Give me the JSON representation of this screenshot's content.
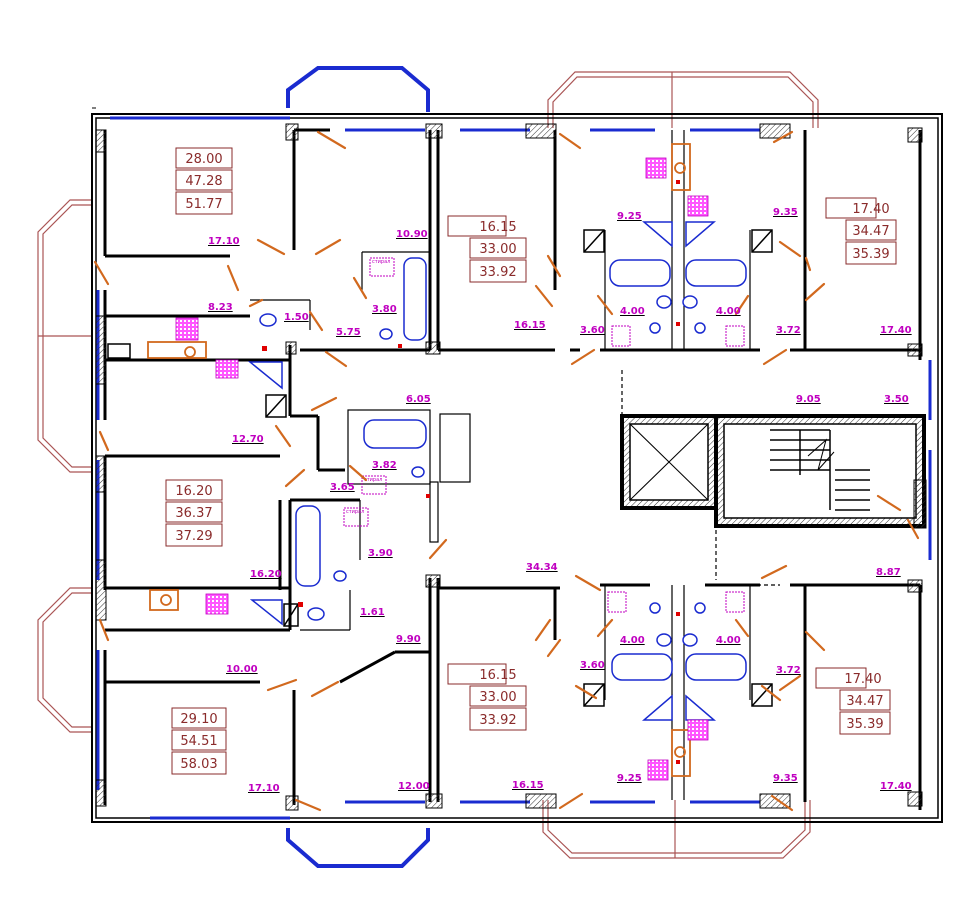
{
  "apartments": [
    {
      "id": "a1",
      "living": "28.00",
      "total": "47.28",
      "gross": "51.77"
    },
    {
      "id": "a2",
      "living": "16.15",
      "total": "33.00",
      "gross": "33.92"
    },
    {
      "id": "a3",
      "living": "17.40",
      "total": "34.47",
      "gross": "35.39"
    },
    {
      "id": "a4",
      "living": "16.20",
      "total": "36.37",
      "gross": "37.29"
    },
    {
      "id": "a5",
      "living": "16.15",
      "total": "33.00",
      "gross": "33.92"
    },
    {
      "id": "a6",
      "living": "17.40",
      "total": "34.47",
      "gross": "35.39"
    },
    {
      "id": "a7",
      "living": "29.10",
      "total": "54.51",
      "gross": "58.03"
    }
  ],
  "room_areas": {
    "r1": "17.10",
    "r2": "10.90",
    "r3": "9.25",
    "r4": "9.35",
    "r5": "8.23",
    "r6": "1.50",
    "r7": "5.75",
    "r8": "3.80",
    "r9": "16.15",
    "r10": "3.60",
    "r11": "4.00",
    "r12": "4.00",
    "r13": "3.72",
    "r14": "17.40",
    "r15": "6.05",
    "r16": "9.05",
    "r17": "3.50",
    "r18": "12.70",
    "r19": "3.82",
    "r20": "3.65",
    "r21": "3.90",
    "r22": "16.20",
    "r23": "34.34",
    "r24": "8.87",
    "r25": "1.61",
    "r26": "9.90",
    "r27": "3.60",
    "r28": "4.00",
    "r29": "4.00",
    "r30": "3.72",
    "r31": "10.00",
    "r32": "9.25",
    "r33": "9.35",
    "r34": "17.10",
    "r35": "12.00",
    "r36": "16.15",
    "r37": "17.40"
  },
  "fixture_label": "стирал"
}
